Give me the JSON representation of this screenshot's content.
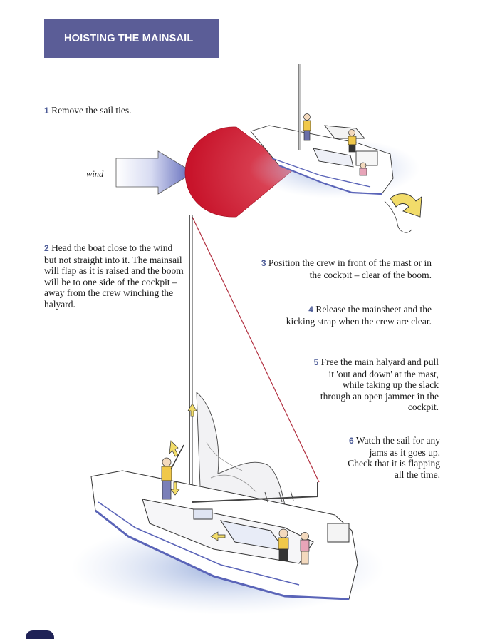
{
  "header": {
    "title": "HOISTING THE MAINSAIL"
  },
  "steps": [
    {
      "number": "1",
      "text": "Remove the sail ties."
    },
    {
      "number": "2",
      "text": "Head the boat close to the wind but not straight into it. The mainsail will flap as it is raised and the boom will be to one side of the cockpit – away from the crew winching the halyard."
    },
    {
      "number": "3",
      "text": "Position the crew in front of the mast or in the cockpit – clear of the boom."
    },
    {
      "number": "4",
      "text": "Release the mainsheet and the kicking strap when the crew are clear."
    },
    {
      "number": "5",
      "text": "Free the main halyard and pull it 'out and down' at the mast, while taking up the slack through an open jammer in the cockpit."
    },
    {
      "number": "6",
      "text": "Watch the sail for any jams as it goes up. Check that it is flapping all the time."
    }
  ],
  "illustration": {
    "wind_label": "wind"
  },
  "colors": {
    "header_bg": "#5b5d97",
    "step_number": "#4b5a96",
    "wind_arrow": "#5a64b8",
    "wind_sector": "#d42a3c",
    "turn_arrow": "#f2dc6a",
    "water": "#9bb0dc"
  }
}
